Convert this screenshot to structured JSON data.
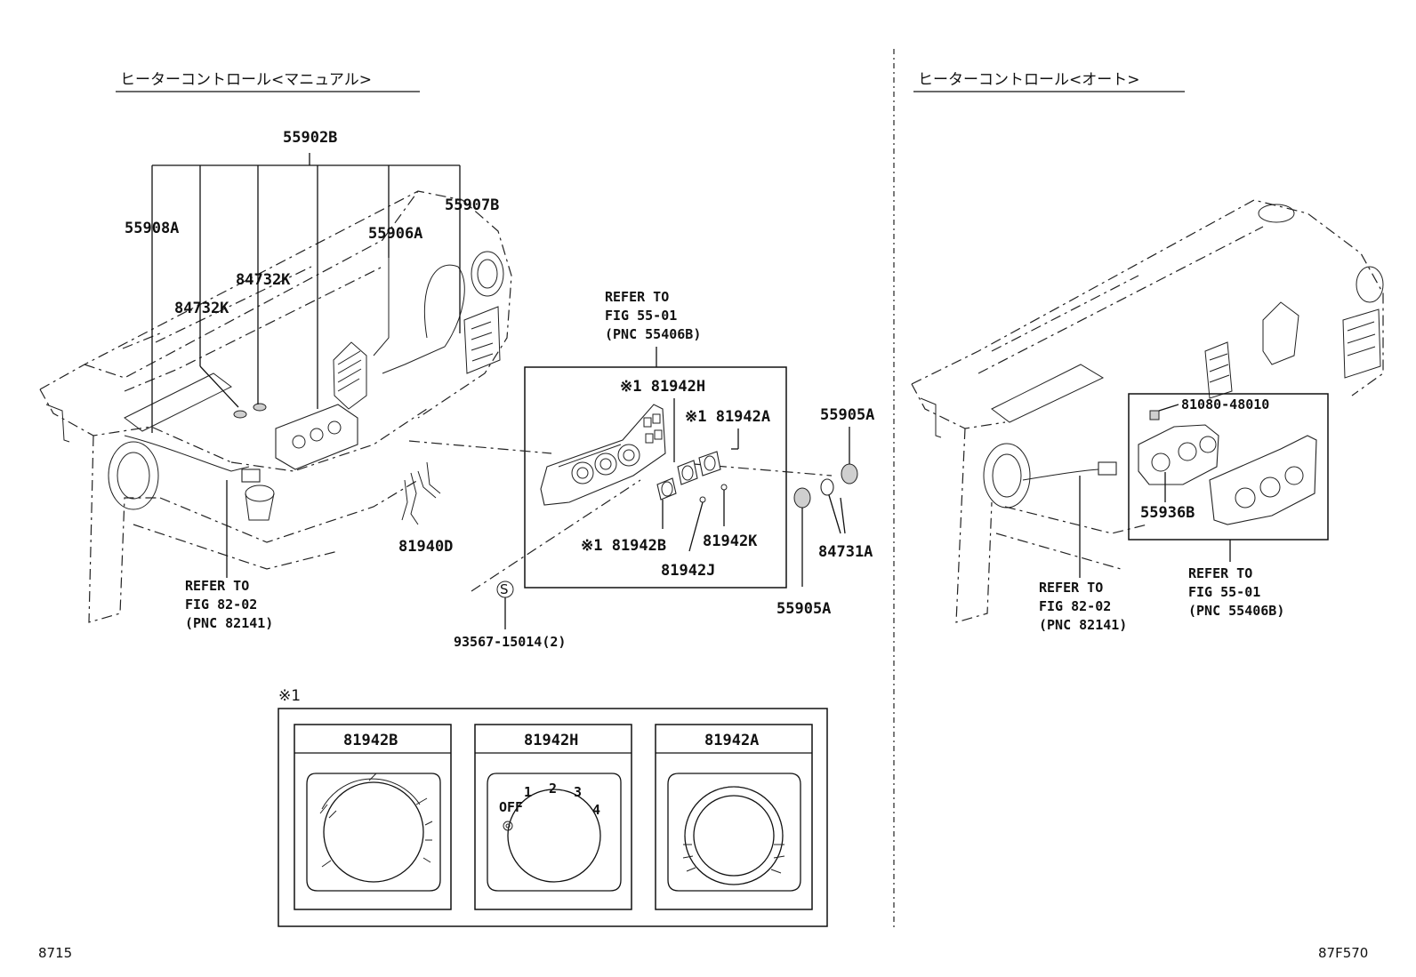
{
  "sections": {
    "manual_title": "ヒーターコントロール<マニュアル>",
    "auto_title": "ヒーターコントロール<オート>"
  },
  "callouts": {
    "p55902B": "55902B",
    "p55908A": "55908A",
    "p84732K_a": "84732K",
    "p84732K_b": "84732K",
    "p55906A": "55906A",
    "p55907B": "55907B",
    "p81940D": "81940D",
    "p81942H": "※1 81942H",
    "p81942A": "※1 81942A",
    "p81942B": "※1 81942B",
    "p81942K": "81942K",
    "p81942J": "81942J",
    "p55905A_top": "55905A",
    "p55905A_bottom": "55905A",
    "p84731A": "84731A",
    "p93567": "93567-15014(2)",
    "p81080": "81080-48010",
    "p55936B": "55936B"
  },
  "references": {
    "ref_left": [
      "REFER TO",
      "FIG 82-02",
      "(PNC 82141)"
    ],
    "ref_center": [
      "REFER TO",
      "FIG 55-01",
      "(PNC 55406B)"
    ],
    "ref_right_a": [
      "REFER TO",
      "FIG 82-02",
      "(PNC 82141)"
    ],
    "ref_right_b": [
      "REFER TO",
      "FIG 55-01",
      "(PNC 55406B)"
    ]
  },
  "detail": {
    "marker": "※1",
    "panels": [
      {
        "label": "81942B"
      },
      {
        "label": "81942H"
      },
      {
        "label": "81942A"
      }
    ],
    "fan_labels": {
      "off": "OFF",
      "s1": "1",
      "s2": "2",
      "s3": "3",
      "s4": "4"
    }
  },
  "footer": {
    "left": "8715",
    "right": "87F570"
  }
}
